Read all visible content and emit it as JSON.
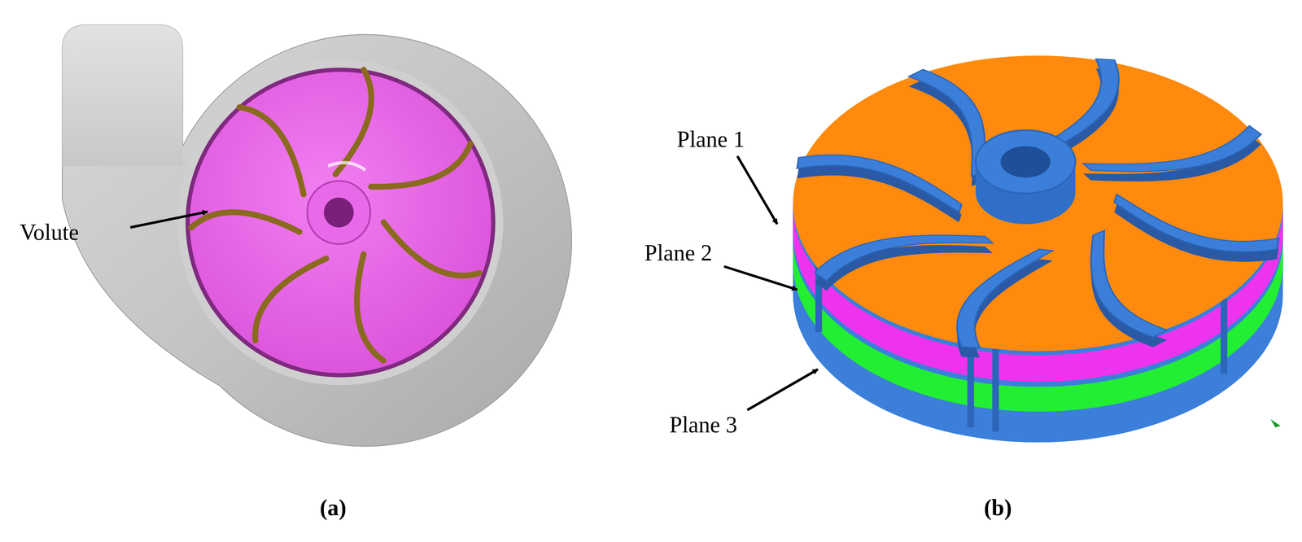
{
  "diagram": {
    "labels": [
      "Volute",
      "Plane 1",
      "Plane 2",
      "Plane 3",
      "(a)",
      "(b)"
    ]
  }
}
